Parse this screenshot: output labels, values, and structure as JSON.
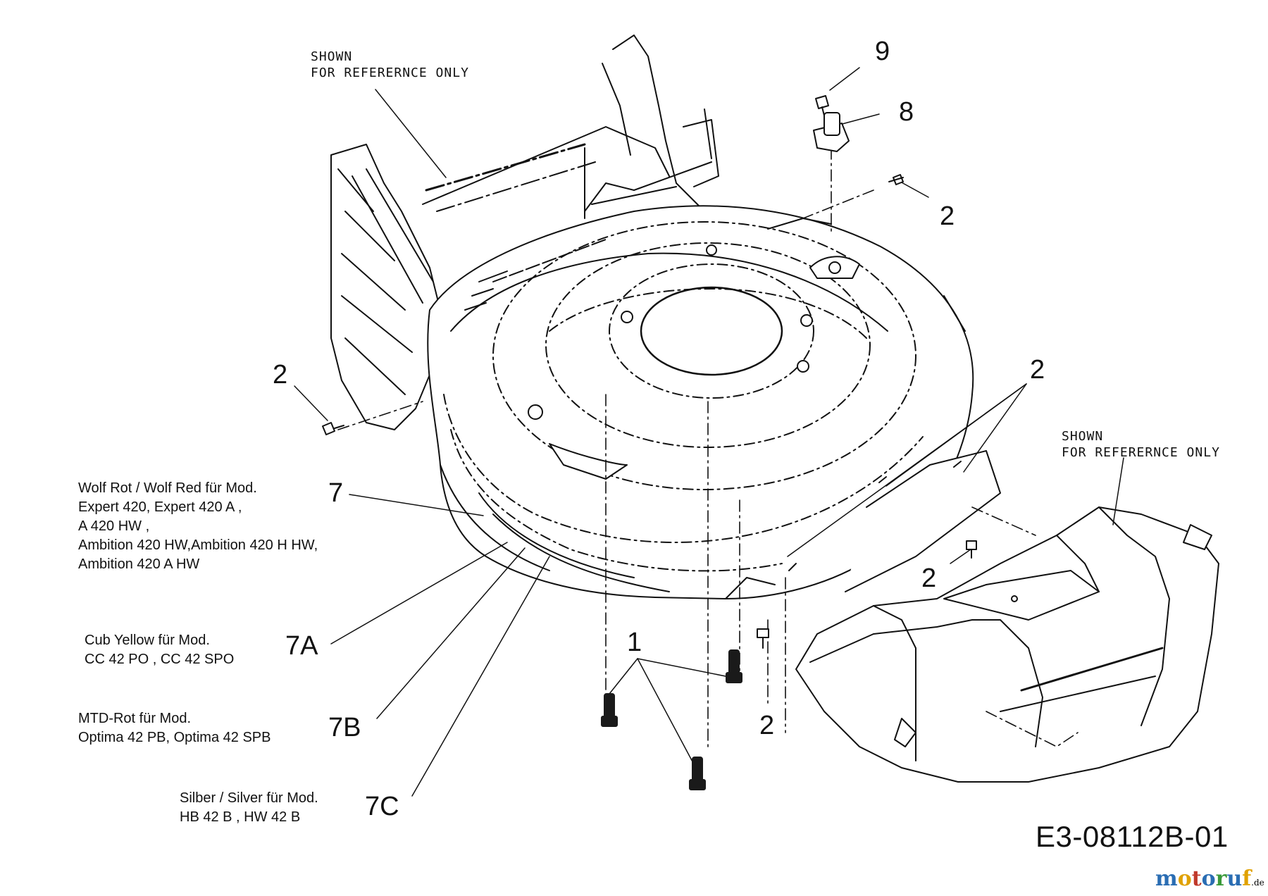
{
  "notes": {
    "reference_top": [
      "SHOWN",
      "FOR REFERERNCE ONLY"
    ],
    "reference_right": [
      "SHOWN",
      "FOR REFERERNCE ONLY"
    ]
  },
  "callouts": {
    "c9": "9",
    "c8": "8",
    "c2_top_right": "2",
    "c2_left": "2",
    "c2_right_group": "2",
    "c2_right_lower": "2",
    "c2_bottom": "2",
    "c1": "1",
    "c7": "7",
    "c7a": "7A",
    "c7b": "7B",
    "c7c": "7C"
  },
  "variants": {
    "v7": [
      "Wolf Rot / Wolf Red  für Mod.",
      "Expert 420,  Expert 420 A ,",
      "A 420 HW ,",
      "Ambition 420 HW,Ambition 420 H HW,",
      "Ambition 420 A HW"
    ],
    "v7a": [
      "Cub Yellow  für Mod.",
      "CC 42 PO , CC 42 SPO"
    ],
    "v7b": [
      "MTD-Rot  für Mod.",
      "Optima 42 PB,   Optima 42 SPB"
    ],
    "v7c": [
      "Silber / Silver  für Mod.",
      "HB 42 B , HW 42 B"
    ]
  },
  "drawing_code": "E3-08112B-01",
  "watermark": {
    "letters": [
      "m",
      "o",
      "t",
      "o",
      "r",
      "u",
      "f"
    ],
    "suffix": ".de",
    "colors": [
      "#2a6db3",
      "#e0a100",
      "#c0392b",
      "#2a6db3",
      "#3a9a3a",
      "#2a6db3",
      "#e0a100"
    ]
  },
  "colors": {
    "line": "#111111",
    "fill": "#ffffff",
    "screw": "#1a1a1a"
  }
}
